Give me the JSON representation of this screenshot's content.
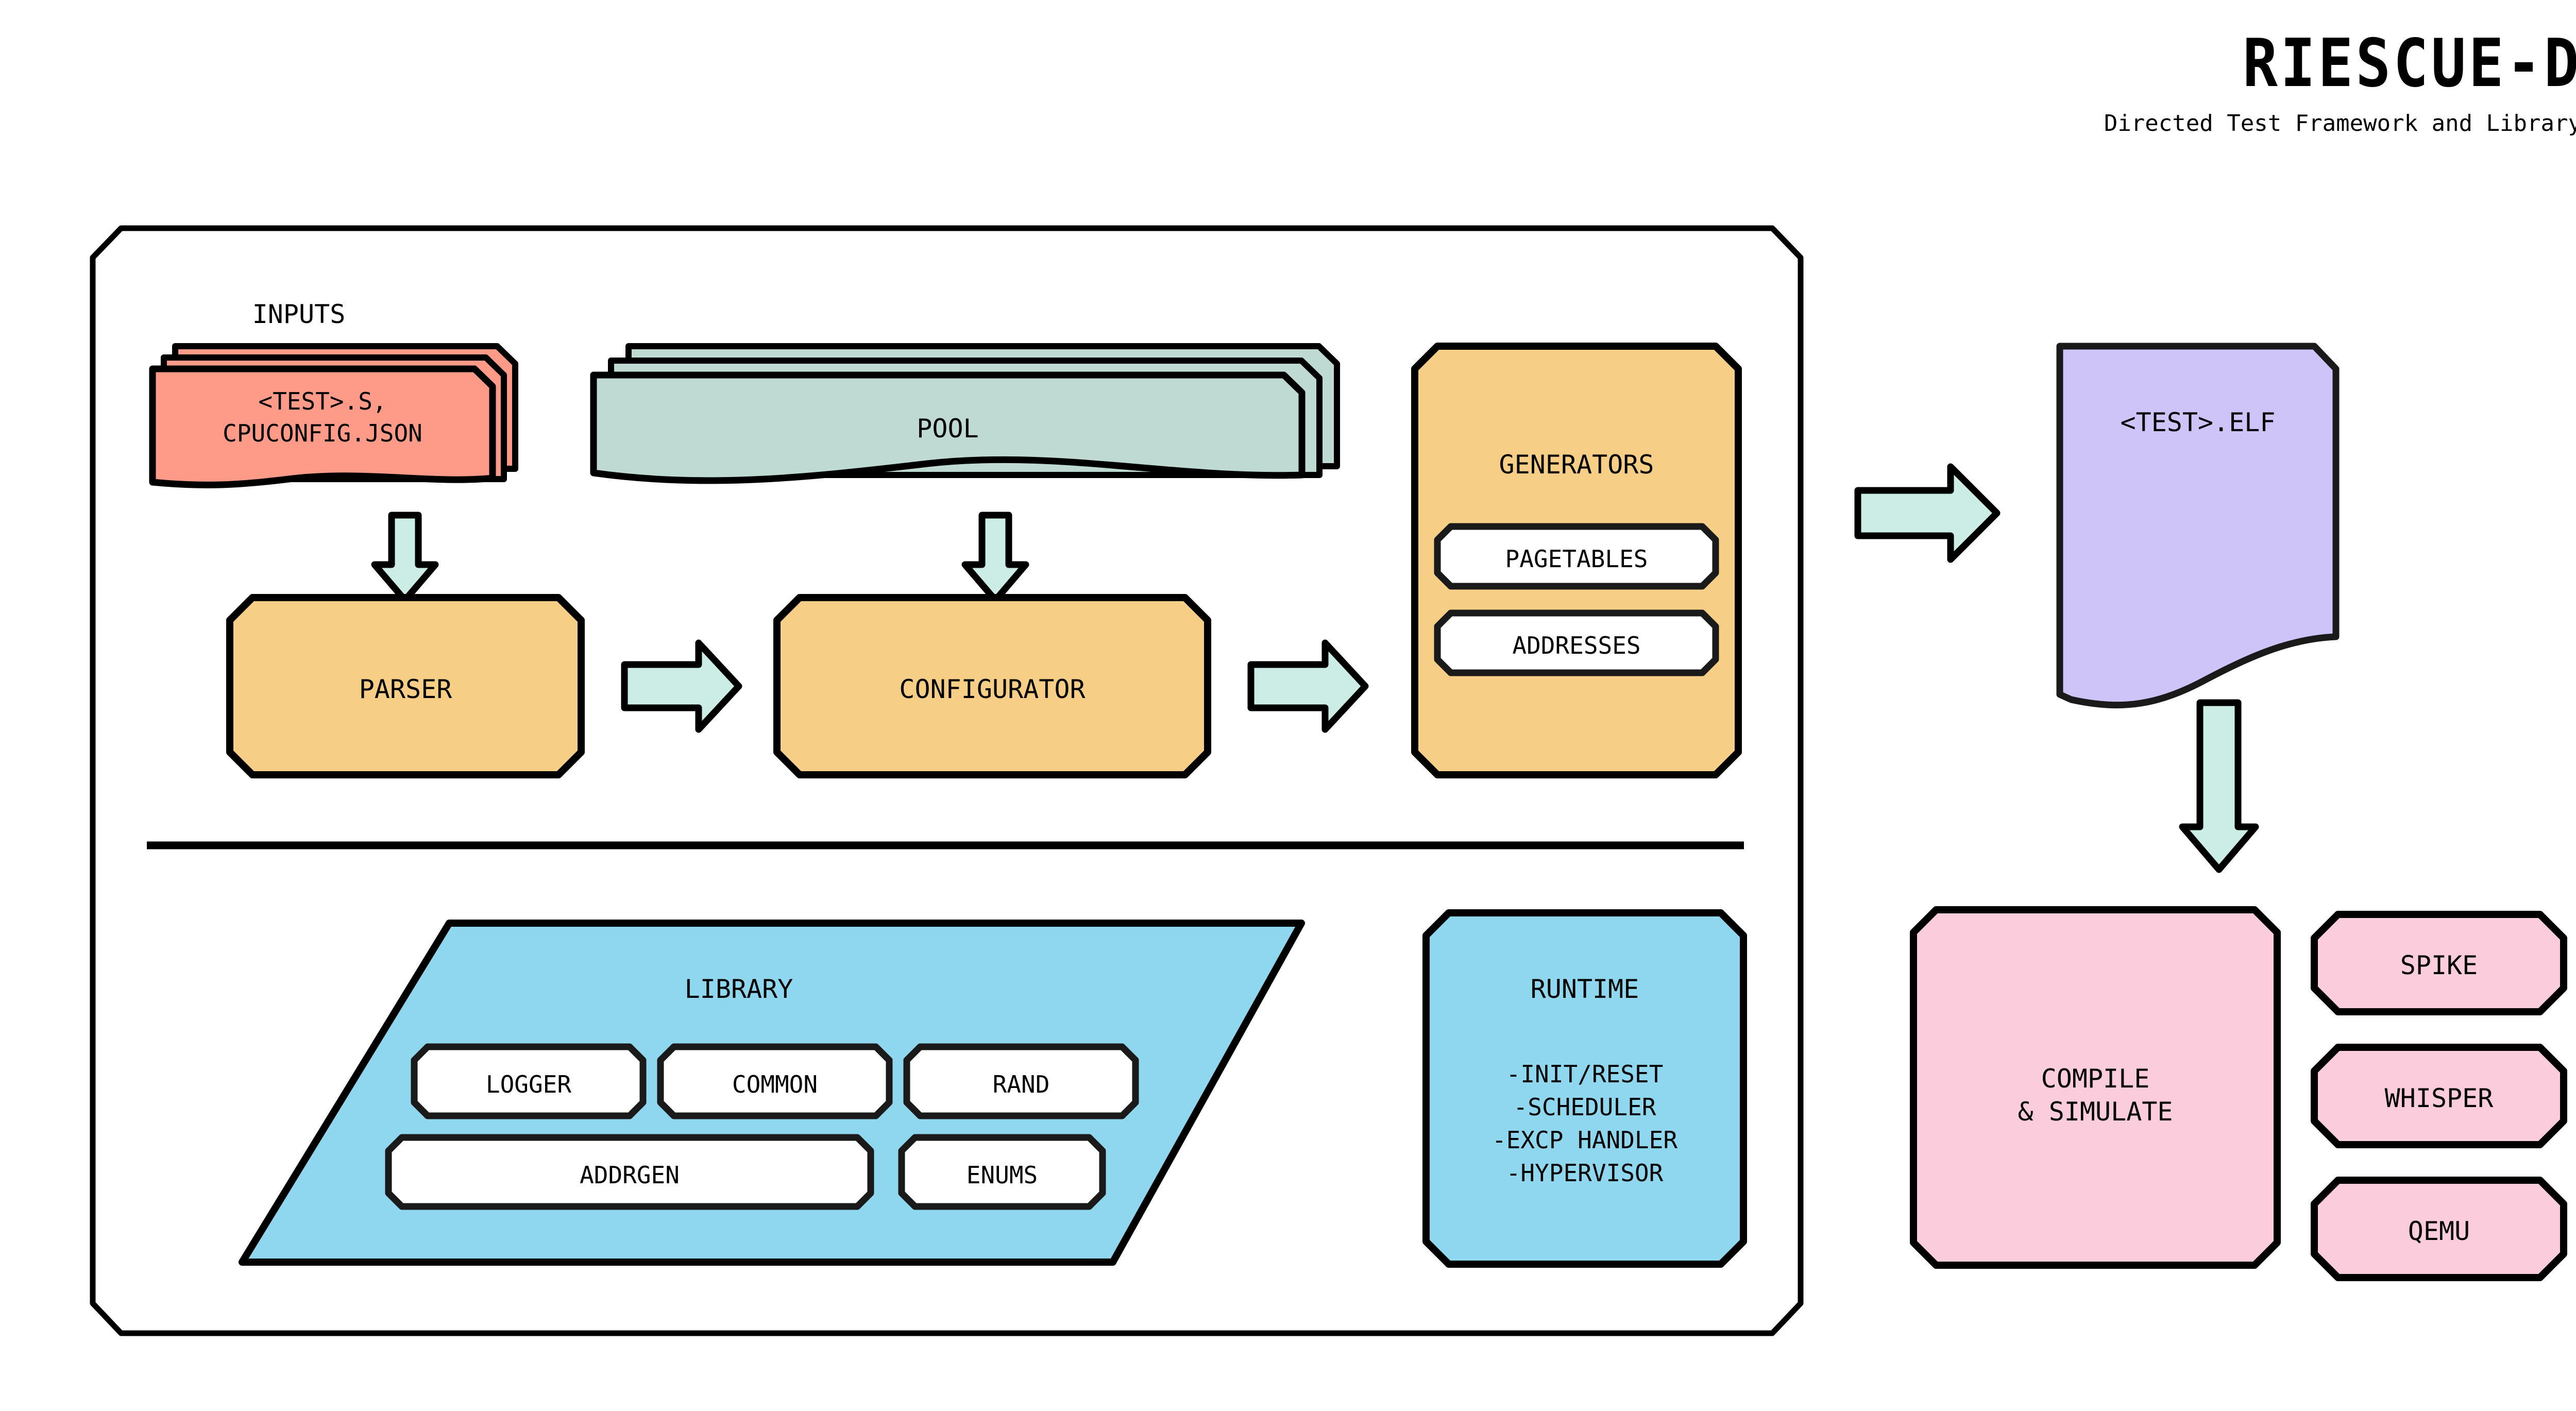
{
  "brand": {
    "title": "RIESCUE-D",
    "subtitle": "Directed Test Framework and Library"
  },
  "colors": {
    "salmon": "#FD9A88",
    "sage": "#BFD9D3",
    "amber": "#F6CE86",
    "mint": "#CCEDE5",
    "lavender": "#CEC4F7",
    "sky": "#8FD7EF",
    "pink": "#FBCCDC",
    "white": "#FFFFFF",
    "outline": "#000000"
  },
  "framework": {
    "inputs": {
      "label": "INPUTS",
      "doc_lines": [
        "<TEST>.S,",
        "CPUCONFIG.JSON"
      ]
    },
    "pool": {
      "label": "POOL"
    },
    "parser": {
      "label": "PARSER"
    },
    "configurator": {
      "label": "CONFIGURATOR"
    },
    "generators": {
      "label": "GENERATORS",
      "items": [
        "PAGETABLES",
        "ADDRESSES"
      ]
    },
    "library": {
      "label": "LIBRARY",
      "row1": [
        "LOGGER",
        "COMMON",
        "RAND"
      ],
      "row2": [
        "ADDRGEN",
        "ENUMS"
      ]
    },
    "runtime": {
      "label": "RUNTIME",
      "items": [
        "-INIT/RESET",
        "-SCHEDULER",
        "-EXCP HANDLER",
        "-HYPERVISOR"
      ]
    }
  },
  "output": {
    "elf": {
      "label": "<TEST>.ELF"
    },
    "compile": {
      "line1": "COMPILE",
      "line2": "& SIMULATE"
    },
    "simulators": [
      "SPIKE",
      "WHISPER",
      "QEMU"
    ]
  },
  "arrows": {
    "inputs_to_parser": "down-arrow",
    "pool_to_configurator": "down-arrow",
    "parser_to_configurator": "right-arrow",
    "configurator_to_generators": "right-arrow",
    "generators_to_elf": "right-arrow",
    "elf_to_compile": "down-arrow"
  }
}
